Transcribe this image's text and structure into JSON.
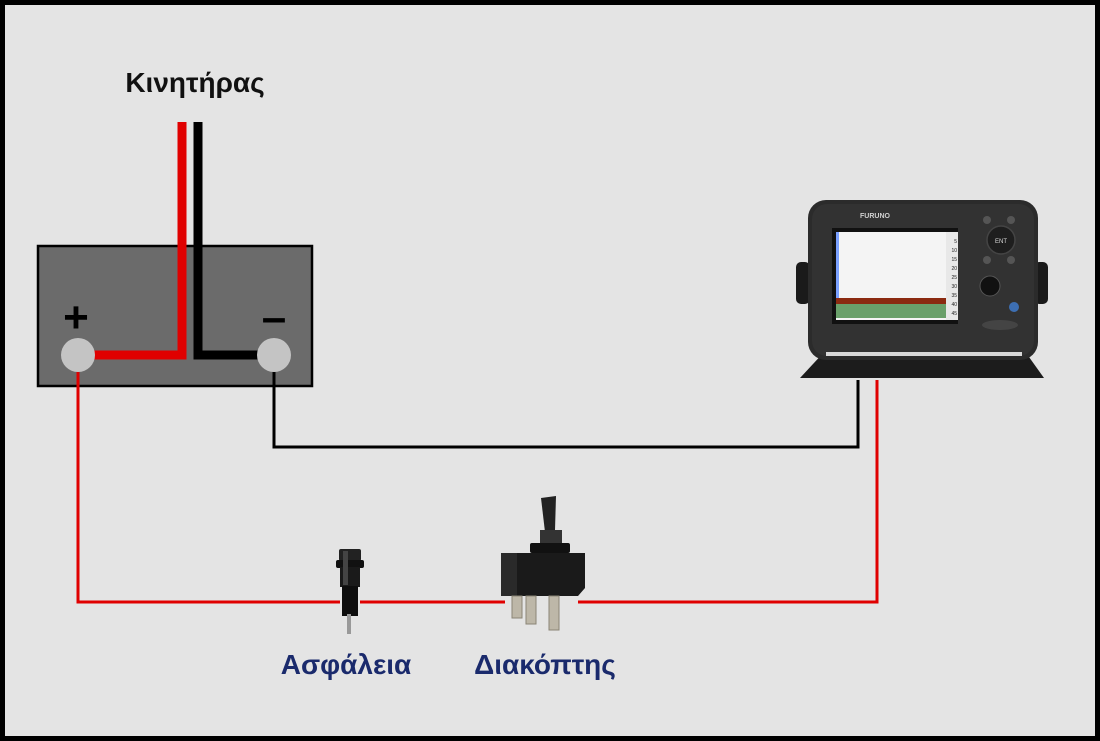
{
  "labels": {
    "engine": "Κινητήρας",
    "fuse": "Ασφάλεια",
    "switch": "Διακόπτης",
    "battery_plus": "+",
    "battery_minus": "–"
  },
  "device": {
    "brand": "FURUNO",
    "button_ent": "ENT",
    "depth_scale": [
      "5",
      "10",
      "15",
      "20",
      "25",
      "30",
      "35",
      "40",
      "45"
    ]
  },
  "colors": {
    "background": "#e4e4e4",
    "border": "#000000",
    "positive_wire": "#e00000",
    "negative_wire": "#000000",
    "battery_body": "#6b6b6b",
    "terminal": "#c4c4c4",
    "label_dark": "#111111",
    "label_blue": "#1a2a6c"
  }
}
